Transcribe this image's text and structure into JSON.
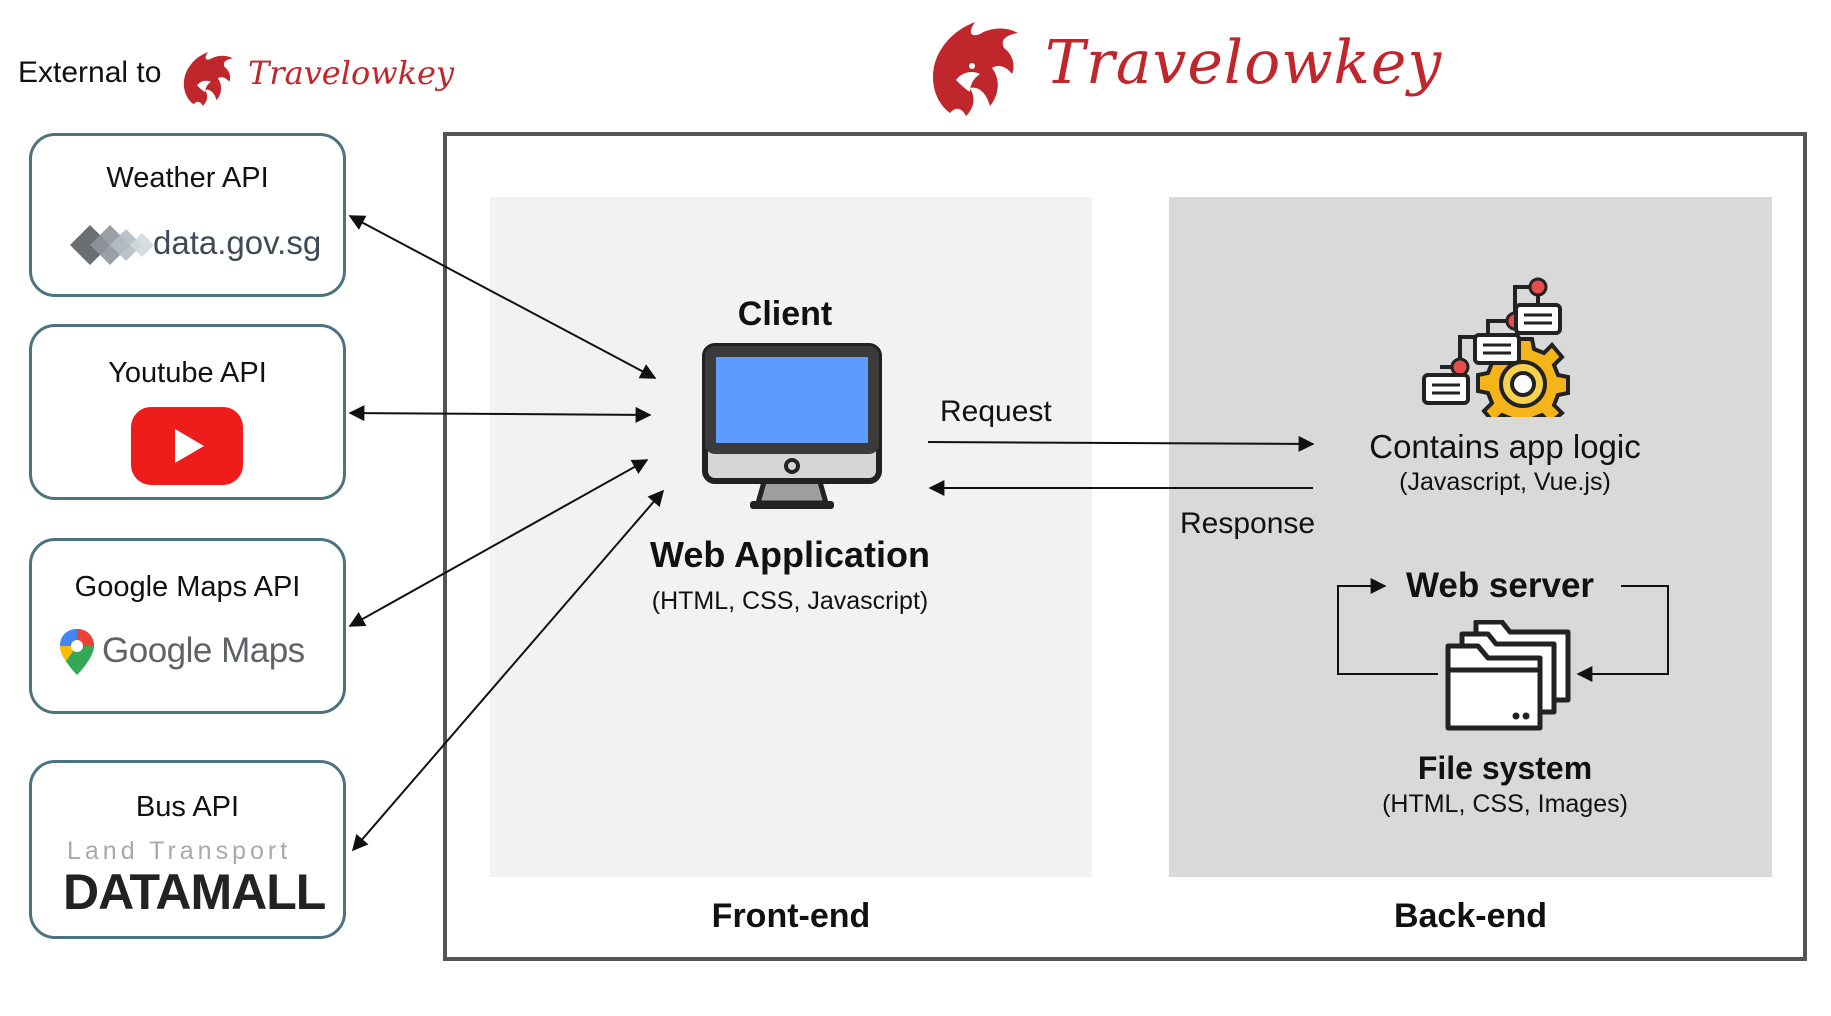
{
  "brand": {
    "name": "Travelowkey",
    "external_prefix": "External to",
    "primary_color": "#c0272d"
  },
  "external_apis": [
    {
      "title": "Weather API",
      "logo_text": "data.gov.sg",
      "logo_icon": "data-gov-sg-diamonds-logo"
    },
    {
      "title": "Youtube API",
      "logo_icon": "youtube-play-logo",
      "logo_color": "#ee1c1b"
    },
    {
      "title": "Google Maps API",
      "logo_text": "Google Maps",
      "logo_icon": "google-maps-pin-logo"
    },
    {
      "title": "Bus API",
      "logo_subtitle": "Land Transport",
      "logo_text": "DATAMALL",
      "logo_icon": "datamall-logo"
    }
  ],
  "frontend": {
    "section_label": "Front-end",
    "client_label": "Client",
    "app_label": "Web Application",
    "tech": "(HTML, CSS, Javascript)",
    "icon": "desktop-monitor-icon",
    "bg_color": "#f2f2f2"
  },
  "flows": {
    "request_label": "Request",
    "response_label": "Response"
  },
  "backend": {
    "section_label": "Back-end",
    "logic_label": "Contains app logic",
    "logic_tech": "(Javascript, Vue.js)",
    "logic_icon": "flowchart-gear-icon",
    "server_label": "Web server",
    "fs_label": "File system",
    "fs_tech": "(HTML, CSS, Images)",
    "fs_icon": "folders-icon",
    "bg_color": "#d9d9d9"
  }
}
